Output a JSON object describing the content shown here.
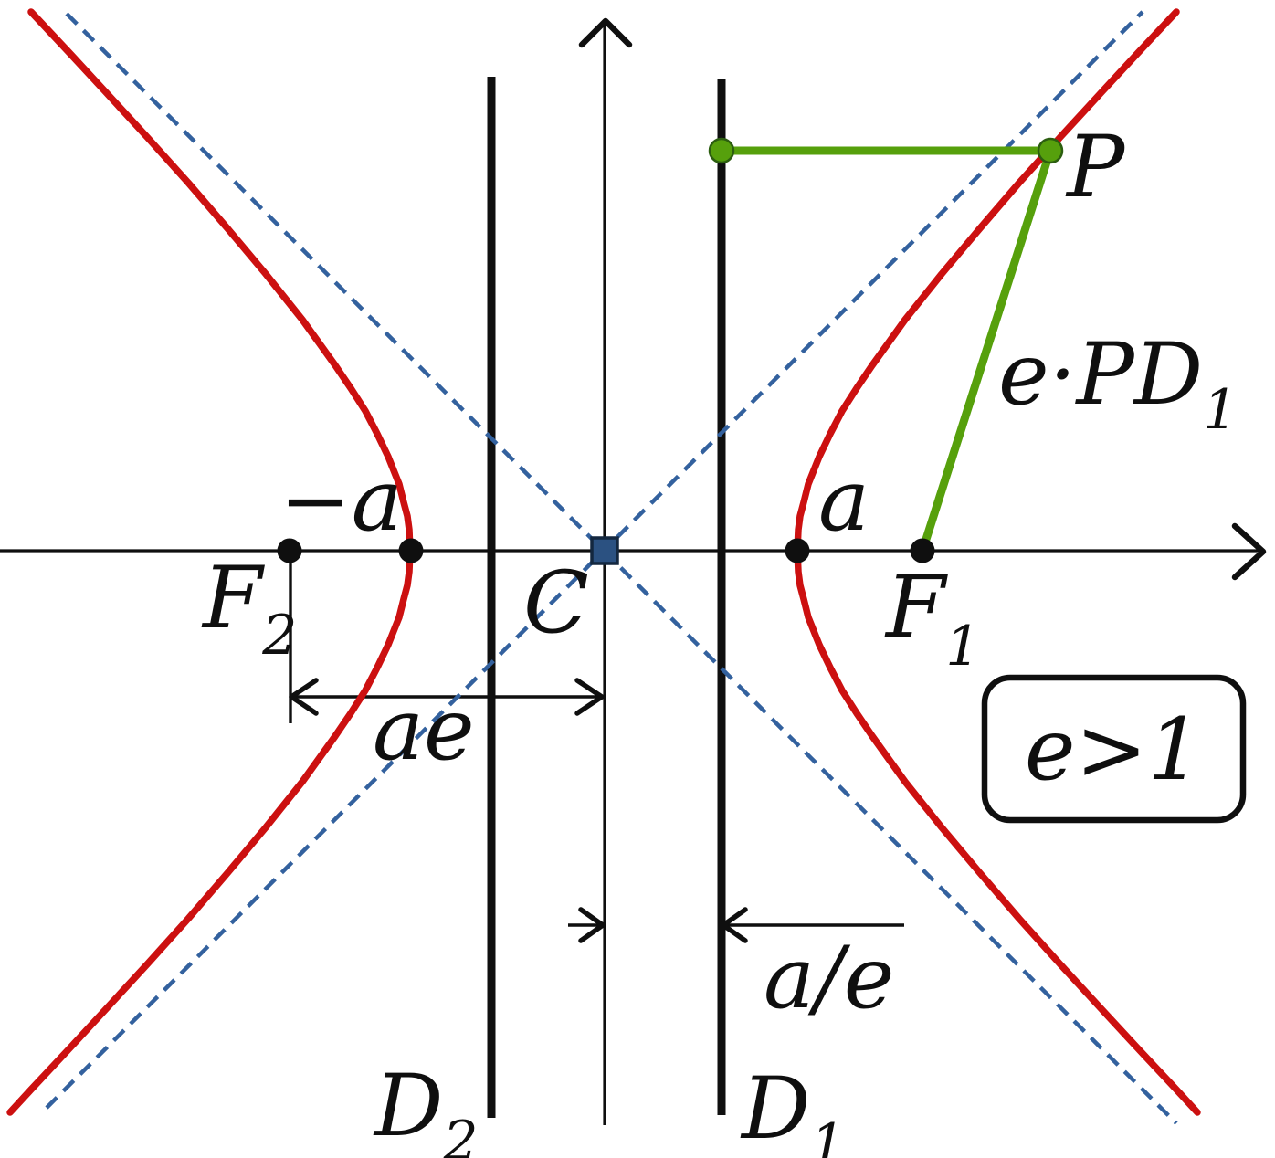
{
  "figure": {
    "description": "Hyperbola with center, vertices, foci, directrices, asymptotes and focus-directrix construction",
    "labels": {
      "point_p": "P",
      "center": "C",
      "focus_right_main": "F",
      "focus_right_sub": "1",
      "focus_left_main": "F",
      "focus_left_sub": "2",
      "vertex_right": "a",
      "vertex_left": "−a",
      "dim_center_to_focus": "ae",
      "dim_center_to_directrix": "a/e",
      "directrix_right_main": "D",
      "directrix_right_sub": "1",
      "directrix_left_main": "D",
      "directrix_left_sub": "2",
      "segment_focus_main": "e·PD",
      "segment_focus_sub": "1",
      "eccentricity_note": "e>1"
    },
    "colors": {
      "hyperbola": "#cc1010",
      "asymptote": "#33619e",
      "construction": "#56a00c",
      "construction_dot_edge": "#2c5e10",
      "center_marker": "#2b5181",
      "center_marker_edge": "#13273f",
      "ink": "#0f0f0f",
      "background": "#ffffff"
    }
  }
}
